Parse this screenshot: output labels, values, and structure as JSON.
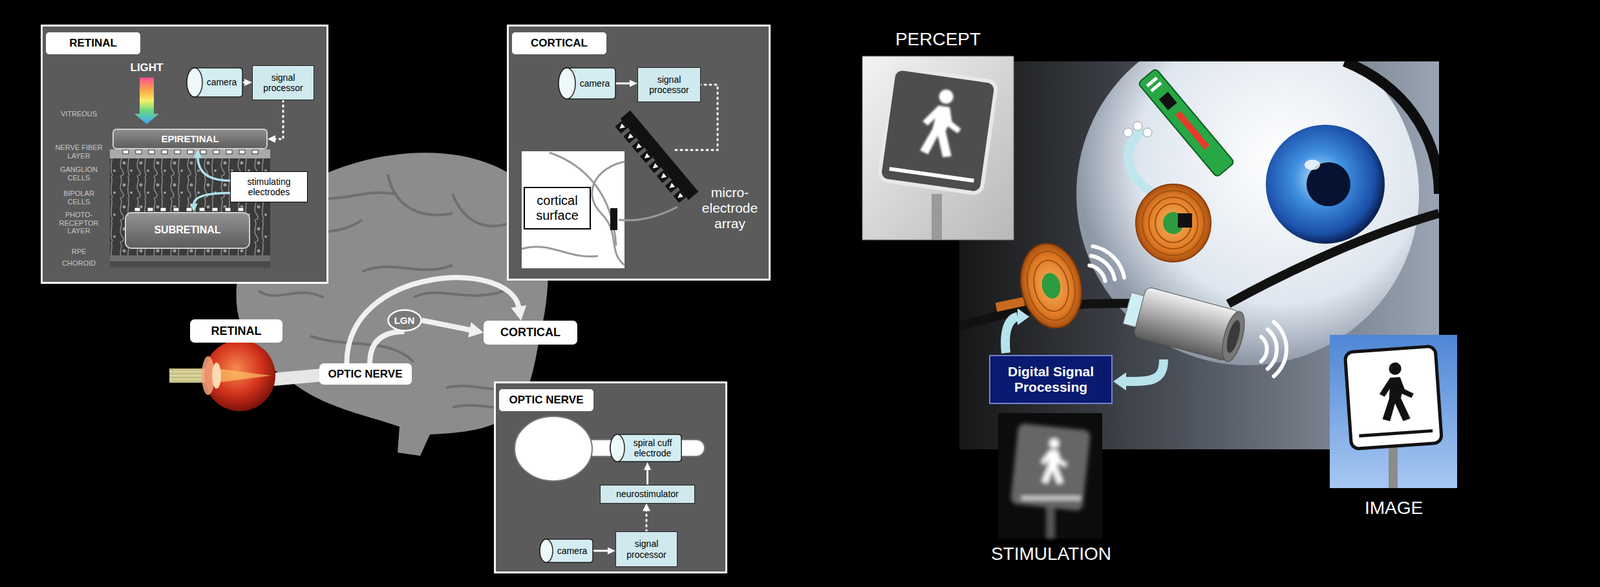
{
  "diagram": {
    "nodes": [
      {
        "text": [
          "RETINAL"
        ]
      },
      {
        "text": [
          "camera"
        ],
        "in": 0
      },
      {
        "text": [
          "signal processor"
        ],
        "in": 0
      },
      {
        "text": [
          "EPIRETINAL"
        ],
        "in": 0
      },
      {
        "text": [
          "stimulating electrodes"
        ],
        "in": 0
      },
      {
        "text": [
          "SUBRETINAL"
        ],
        "in": 0
      },
      {
        "text": [
          "CORTICAL"
        ]
      },
      {
        "text": [
          "camera"
        ],
        "in": 6
      },
      {
        "text": [
          "signal processor"
        ],
        "in": 6
      },
      {
        "text": [
          "cortical surface"
        ],
        "in": 6
      },
      {
        "text": [
          "RETINAL"
        ]
      },
      {
        "text": [
          "OPTIC NERVE"
        ]
      },
      {
        "text": [
          "LGN"
        ]
      },
      {
        "text": [
          "CORTICAL"
        ]
      },
      {
        "text": [
          "OPTIC NERVE"
        ]
      },
      {
        "text": [
          "spiral cuff electrode"
        ],
        "in": 14
      },
      {
        "text": [
          "neurostimulator"
        ],
        "in": 14
      },
      {
        "text": [
          "camera"
        ],
        "in": 14
      },
      {
        "text": [
          "signal processor"
        ],
        "in": 14
      },
      {
        "text": [
          "Digital Signal Processing"
        ]
      }
    ],
    "edges": [
      {
        "from": 1,
        "to": 2,
        "arrow": "to"
      },
      {
        "from": 2,
        "to": 3,
        "arrow": "to"
      },
      {
        "from": 4,
        "to": 3,
        "arrow": "to"
      },
      {
        "from": 4,
        "to": 5,
        "arrow": "to"
      },
      {
        "from": 7,
        "to": 8,
        "arrow": "to"
      },
      {
        "from": 11,
        "to": 12,
        "arrow": "none"
      },
      {
        "from": 12,
        "to": 13,
        "arrow": "to"
      },
      {
        "from": 11,
        "to": 13,
        "arrow": "to"
      },
      {
        "from": 17,
        "to": 18,
        "arrow": "to"
      },
      {
        "from": 18,
        "to": 16,
        "arrow": "to"
      },
      {
        "from": 16,
        "to": 15,
        "arrow": "to"
      }
    ],
    "labels": [
      "LIGHT",
      "VITREOUS",
      "NERVE FIBER LAYER",
      "GANGLION CELLS",
      "BIPOLAR CELLS",
      "PHOTO-RECEPTOR LAYER",
      "RPE",
      "CHOROID",
      "micro-electrode array",
      "PERCEPT",
      "STIMULATION",
      "IMAGE"
    ]
  }
}
